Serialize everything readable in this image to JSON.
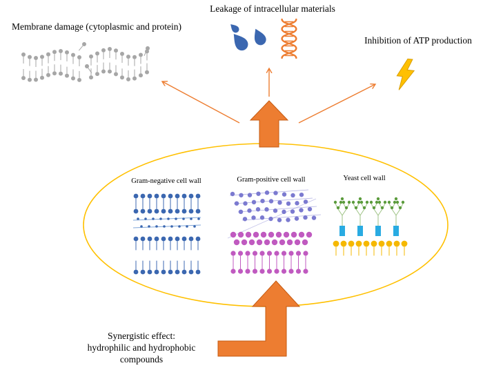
{
  "labels": {
    "leakage": "Leakage of intracellular materials",
    "membrane_damage": "Membrane damage (cytoplasmic and protein)",
    "atp_inhibition": "Inhibition of ATP production",
    "gram_negative": "Gram-negative cell wall",
    "gram_positive": "Gram-positive cell wall",
    "yeast": "Yeast cell wall",
    "synergy_line1": "Synergistic effect:",
    "synergy_line2": "hydrophilic and hydrophobic",
    "synergy_line3": "compounds"
  },
  "icons": {
    "droplets": "leaked-cytoplasm-droplets",
    "dna": "dna-double-helix",
    "bolt": "lightning-bolt"
  },
  "colors": {
    "arrow_orange": "#ED7D31",
    "arrow_orange_dark": "#C55A11",
    "ellipse_yellow": "#FFC000",
    "membrane_gray": "#A6A6A6",
    "droplet_blue": "#3B67B0",
    "dna_orange": "#ED7D31",
    "bolt_yellow": "#FFC000",
    "bolt_outline": "#D99E00",
    "gram_negative_blue": "#3B67B0",
    "peptidoglycan_light_blue": "#7FA6D9",
    "gram_positive_purple": "#7B7AD0",
    "gram_positive_magenta": "#C05AC0",
    "yeast_green": "#5B9B3C",
    "yeast_branch": "#9DC284",
    "yeast_cyan": "#29ABE2",
    "yeast_yellow": "#F5B800"
  }
}
